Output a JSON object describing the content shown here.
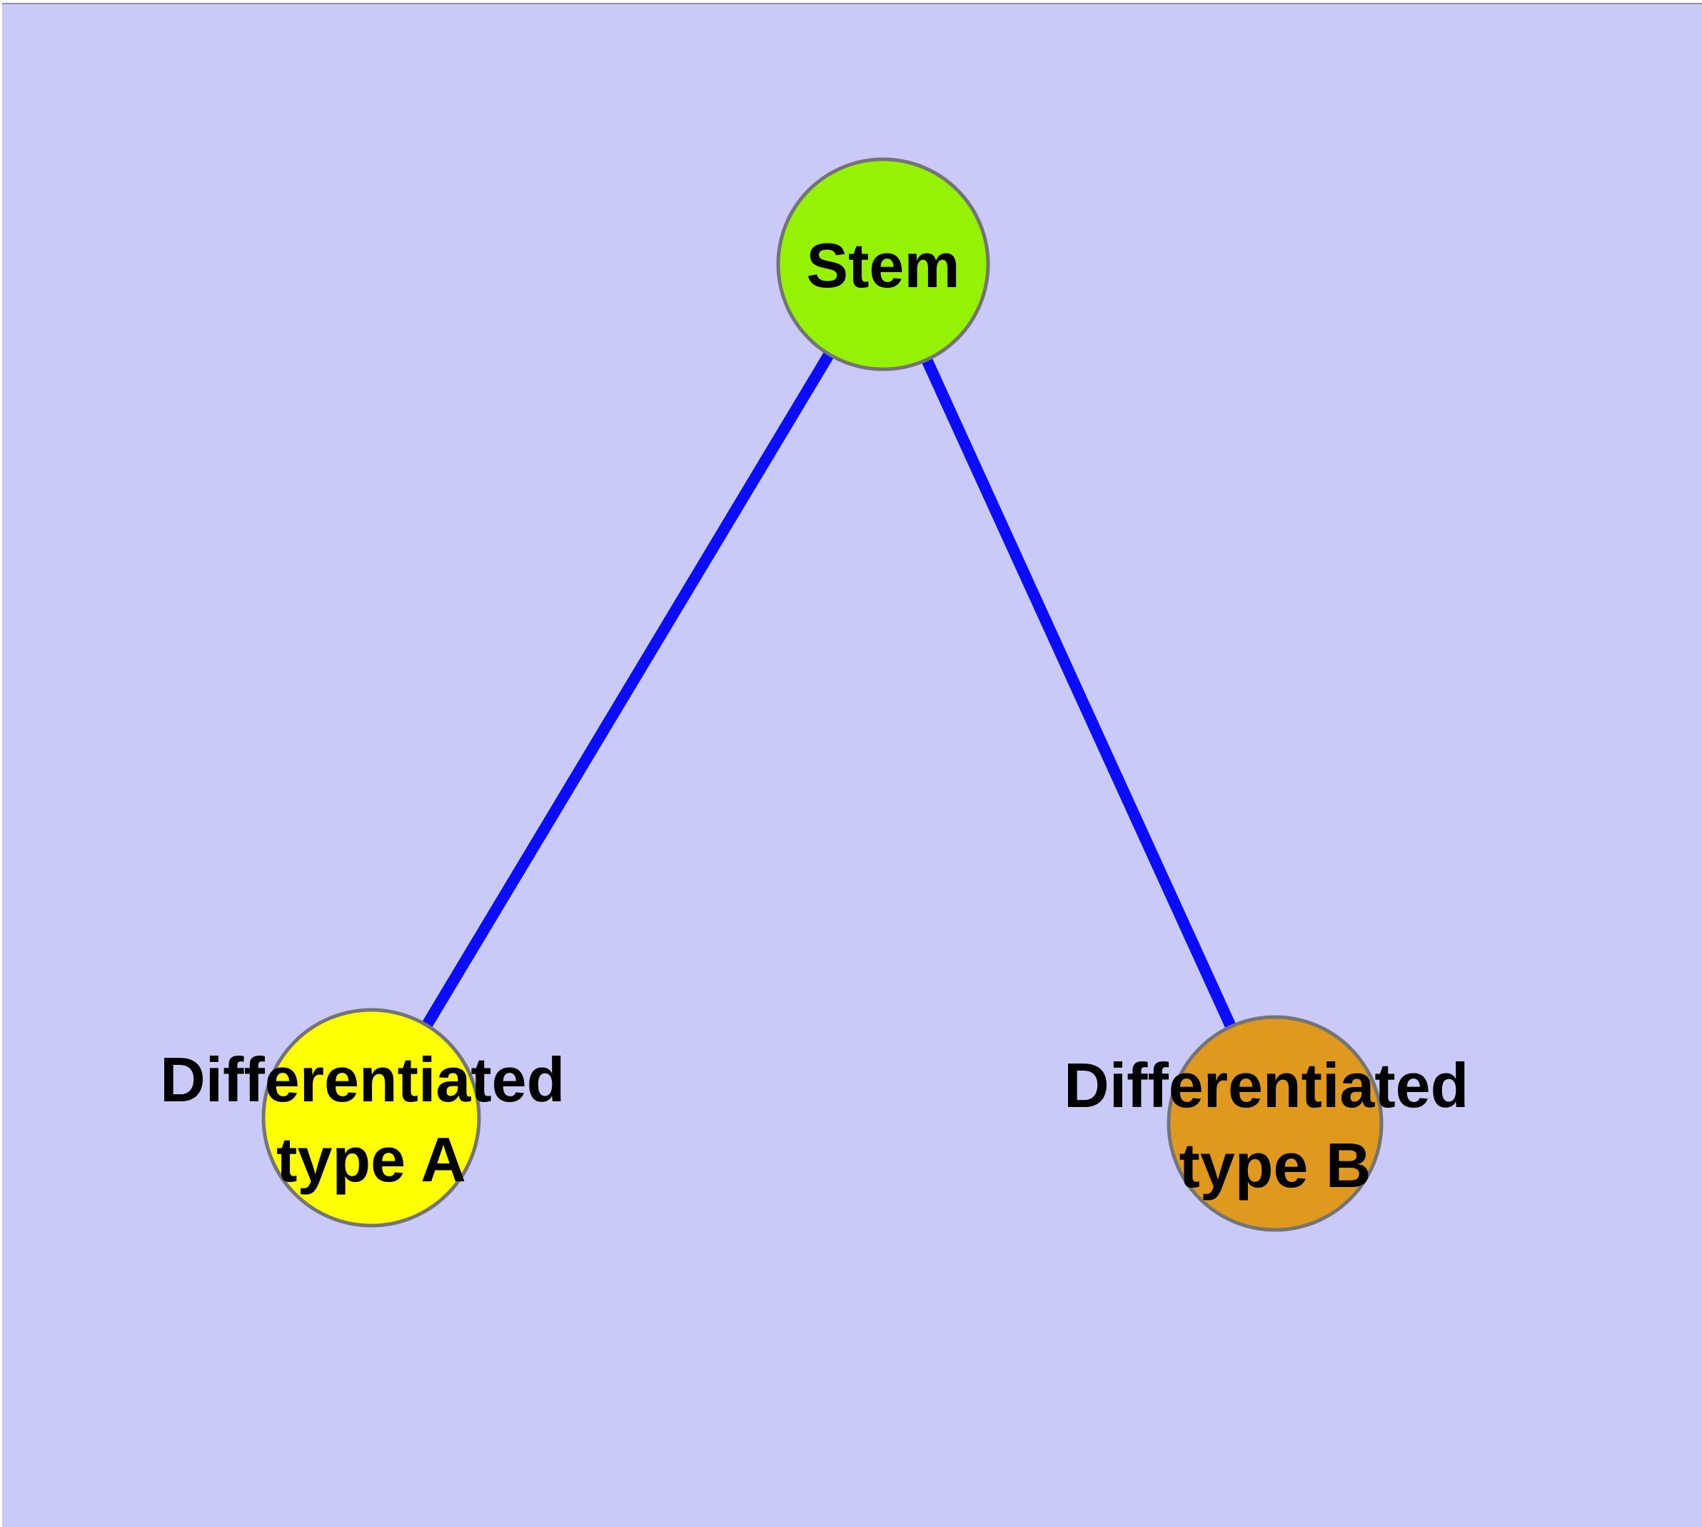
{
  "diagram": {
    "background_color": "#cacaf8",
    "edge_color": "#0b0bff",
    "node_border_color": "#747474",
    "label_color": "#000000",
    "nodes": [
      {
        "id": "stem",
        "label": "Stem",
        "lines": [
          "Stem"
        ],
        "fill": "#96f203"
      },
      {
        "id": "differentiated-type-a",
        "label": "Differentiated type A",
        "lines": [
          "Differentiated",
          "type A"
        ],
        "fill": "#ffff00"
      },
      {
        "id": "differentiated-type-b",
        "label": "Differentiated type B",
        "lines": [
          "Differentiated",
          "type B"
        ],
        "fill": "#e0991f"
      }
    ],
    "edges": [
      {
        "from": "Stem",
        "to": "Differentiated type A"
      },
      {
        "from": "Stem",
        "to": "Differentiated type B"
      }
    ]
  }
}
